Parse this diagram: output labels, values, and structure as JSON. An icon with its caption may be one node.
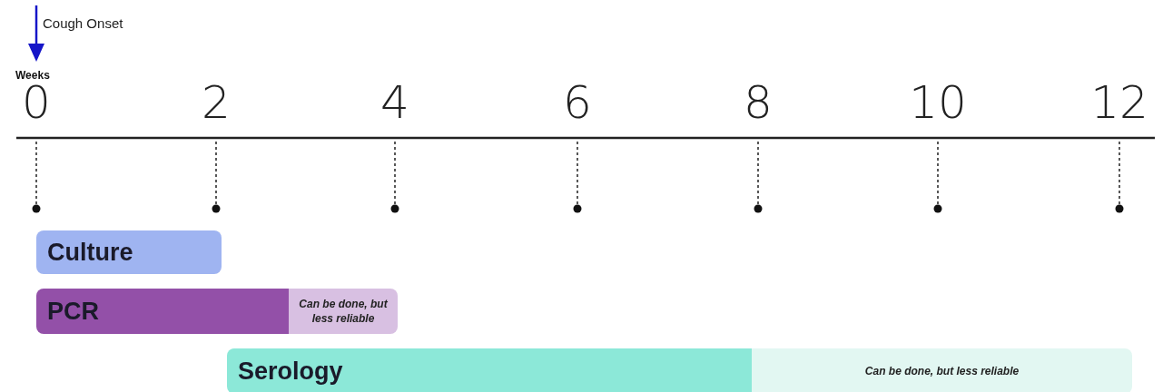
{
  "diagram": {
    "nodes": [
      {
        "text": [
          "Culture"
        ]
      },
      {
        "text": [
          "PCR"
        ]
      },
      {
        "text": [
          "Can be done, but less reliable"
        ]
      },
      {
        "text": [
          "Serology"
        ]
      },
      {
        "text": [
          "Can be done, but less reliable"
        ]
      }
    ],
    "labels": [
      "Cough Onset",
      "Weeks",
      "0",
      "2",
      "4",
      "6",
      "8",
      "10",
      "12"
    ]
  }
}
